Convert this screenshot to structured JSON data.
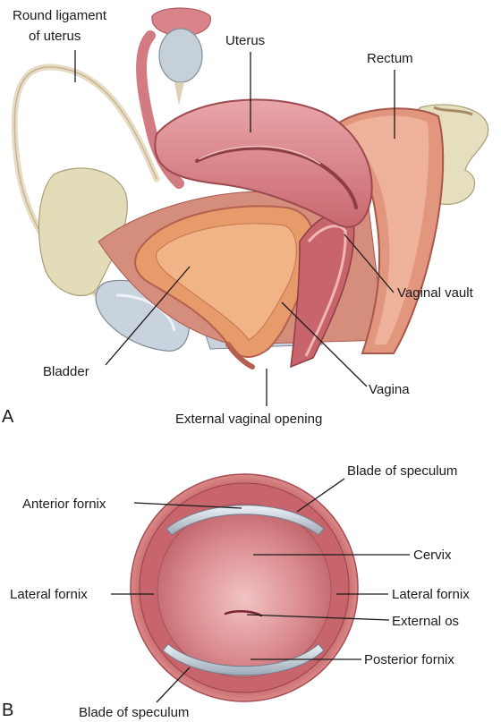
{
  "panel_a": {
    "letter": "A",
    "labels": {
      "round_ligament_line1": "Round ligament",
      "round_ligament_line2": "of uterus",
      "uterus": "Uterus",
      "rectum": "Rectum",
      "vaginal_vault": "Vaginal vault",
      "bladder": "Bladder",
      "vagina": "Vagina",
      "external_vaginal_opening": "External vaginal opening"
    }
  },
  "panel_b": {
    "letter": "B",
    "labels": {
      "blade_top": "Blade of speculum",
      "anterior_fornix": "Anterior fornix",
      "cervix": "Cervix",
      "lateral_fornix_left": "Lateral fornix",
      "lateral_fornix_right": "Lateral fornix",
      "external_os": "External os",
      "posterior_fornix": "Posterior fornix",
      "blade_bottom": "Blade of speculum"
    }
  },
  "colors": {
    "uterus_pink": "#d9838a",
    "muscle_dark": "#b3555c",
    "bone": "#e3dcb8",
    "speculum_blade": "#c9d3de",
    "bladder_lining": "#e79a6a",
    "background": "#ffffff"
  }
}
